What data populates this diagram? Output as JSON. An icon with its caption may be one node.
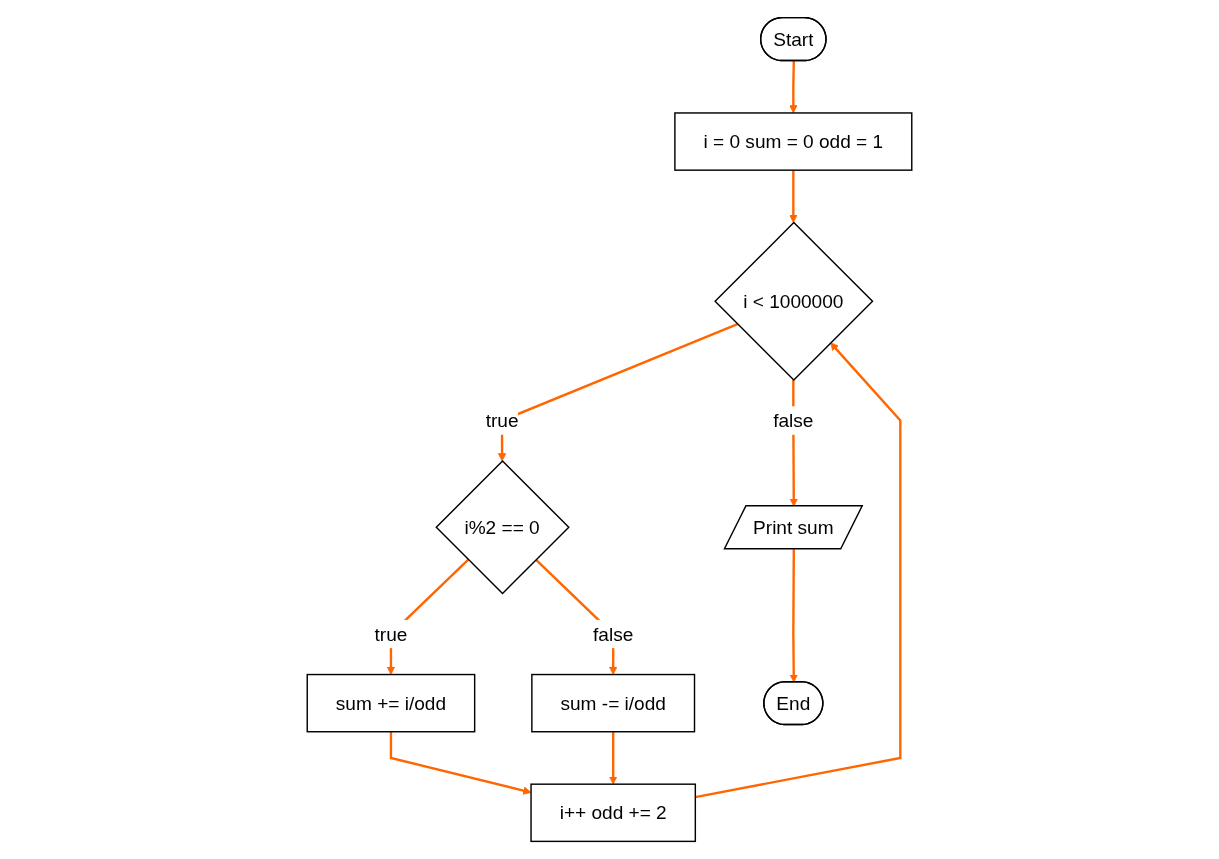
{
  "diagram": {
    "nodes": [
      {
        "text": [
          "Start"
        ]
      },
      {
        "text": [
          "i = 0 sum = 0 odd = 1"
        ]
      },
      {
        "text": [
          "i < 1000000"
        ]
      },
      {
        "text": [
          "i%2 == 0"
        ]
      },
      {
        "text": [
          "sum += i/odd"
        ]
      },
      {
        "text": [
          "sum -= i/odd"
        ]
      },
      {
        "text": [
          "i++ odd += 2"
        ]
      },
      {
        "text": [
          "Print sum"
        ]
      },
      {
        "text": [
          "End"
        ]
      }
    ],
    "edges": [
      {
        "from": 0,
        "to": 1,
        "arrow": "to"
      },
      {
        "from": 1,
        "to": 2,
        "arrow": "to"
      },
      {
        "from": 2,
        "to": 3,
        "label": "true",
        "arrow": "to"
      },
      {
        "from": 3,
        "to": 4,
        "label": "true",
        "arrow": "to"
      },
      {
        "from": 3,
        "to": 5,
        "label": "false",
        "arrow": "to"
      },
      {
        "from": 4,
        "to": 6,
        "arrow": "to"
      },
      {
        "from": 5,
        "to": 6,
        "arrow": "to"
      },
      {
        "from": 6,
        "to": 2,
        "arrow": "to"
      },
      {
        "from": 2,
        "to": 7,
        "label": "false",
        "arrow": "to"
      },
      {
        "from": 7,
        "to": 8,
        "arrow": "to"
      }
    ]
  }
}
